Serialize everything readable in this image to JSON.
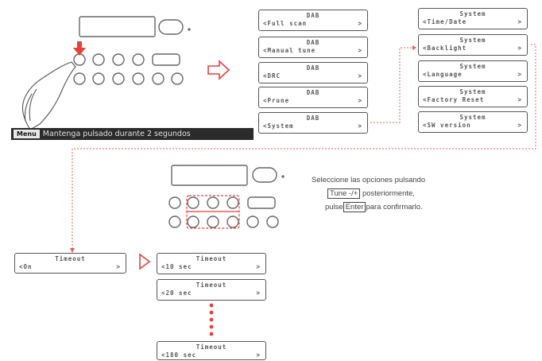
{
  "menu_dab": [
    {
      "title": "DAB",
      "value": "<Full scan",
      "arrow": ">"
    },
    {
      "title": "DAB",
      "value": "<Manual tune",
      "arrow": ">"
    },
    {
      "title": "DAB",
      "value": "<DRC",
      "arrow": ">"
    },
    {
      "title": "DAB",
      "value": "<Prune",
      "arrow": ">"
    },
    {
      "title": "DAB",
      "value": "<System",
      "arrow": ">"
    }
  ],
  "menu_system": [
    {
      "title": "System",
      "value": "<Time/Date",
      "arrow": ">"
    },
    {
      "title": "System",
      "value": "<Backlight",
      "arrow": ">"
    },
    {
      "title": "System",
      "value": "<Language",
      "arrow": ">"
    },
    {
      "title": "System",
      "value": "<Factory Reset",
      "arrow": ">"
    },
    {
      "title": "System",
      "value": "<SW version",
      "arrow": ">"
    }
  ],
  "timeout_current": {
    "title": "Timeout",
    "value": "<On",
    "arrow": ">"
  },
  "timeout_options": [
    {
      "title": "Timeout",
      "value": "<10 sec",
      "arrow": ">"
    },
    {
      "title": "Timeout",
      "value": "<20 sec",
      "arrow": ">"
    },
    {
      "title": "Timeout",
      "value": "<180 sec",
      "arrow": ">"
    }
  ],
  "caption": {
    "key": "Menu",
    "text": "Mantenga pulsado durante 2 segundos"
  },
  "instructions": {
    "line1": "Seleccione las opciones pulsando",
    "key1": "Tune -/+",
    "line2_rest": "posteriormente,",
    "line3_pre": "pulse",
    "key2": "Enter",
    "line3_post": "para confirmarlo."
  },
  "colors": {
    "accent": "#e8413c",
    "line": "#555555",
    "dotted": "#e06060"
  },
  "icons": [
    "hand-pointer-icon",
    "down-arrow-icon",
    "outline-right-arrow-icon",
    "outline-triangle-arrow-icon"
  ]
}
